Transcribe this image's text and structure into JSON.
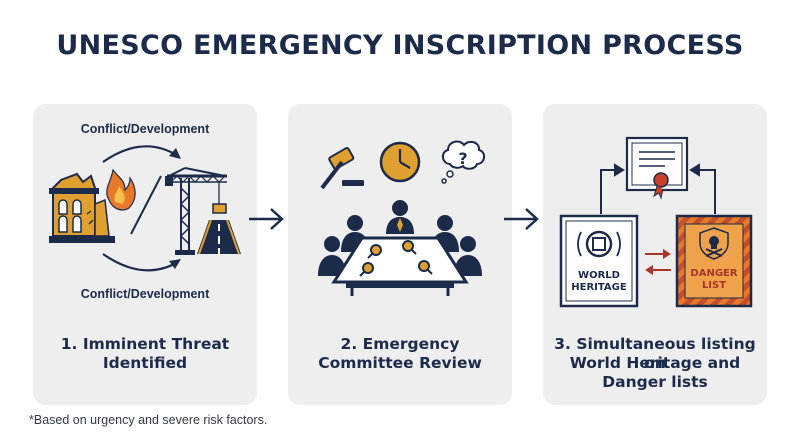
{
  "title": "UNESCO EMERGENCY INSCRIPTION PROCESS",
  "steps": [
    {
      "top_label": "Conflict/Development",
      "bottom_label": "Conflict/Development",
      "caption_line1": "1. Imminent Threat",
      "caption_line2": "Identified"
    },
    {
      "caption_line1": "2. Emergency",
      "caption_line2": "Committee Review",
      "thought": "?"
    },
    {
      "caption_line1": "3. Simultaneous listing on",
      "caption_line2": "World Heritage and",
      "caption_line3": "Danger lists",
      "world_heritage_line1": "WORLD",
      "world_heritage_line2": "HERITAGE",
      "danger_line1": "DANGER",
      "danger_line2": "LIST"
    }
  ],
  "footnote": "*Based on urgency and severe risk factors.",
  "colors": {
    "navy": "#1c2b4a",
    "gold": "#e0a030",
    "orange": "#e8792a",
    "red": "#a8352a",
    "panel": "#eeeeee"
  }
}
